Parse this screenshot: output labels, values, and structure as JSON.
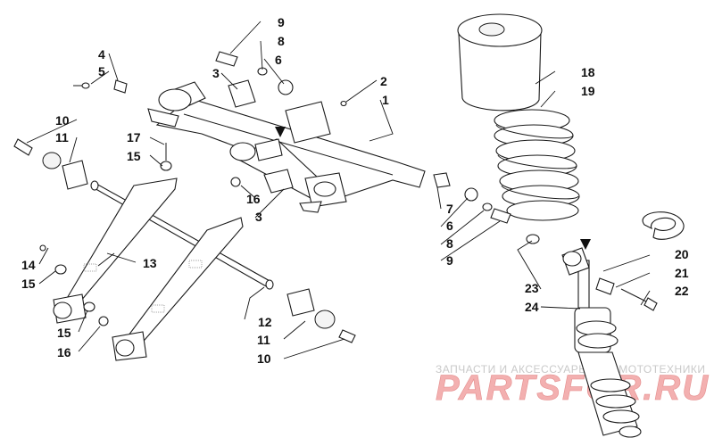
{
  "callouts": {
    "c1": "1",
    "c2": "2",
    "c3a": "3",
    "c3b": "3",
    "c4": "4",
    "c5": "5",
    "c6a": "6",
    "c6b": "6",
    "c7": "7",
    "c8a": "8",
    "c8b": "8",
    "c9a": "9",
    "c9b": "9",
    "c10a": "10",
    "c10b": "10",
    "c11a": "11",
    "c11b": "11",
    "c12": "12",
    "c13": "13",
    "c14": "14",
    "c15a": "15",
    "c15b": "15",
    "c15c": "15",
    "c16a": "16",
    "c16b": "16",
    "c17": "17",
    "c18": "18",
    "c19": "19",
    "c20": "20",
    "c21": "21",
    "c22": "22",
    "c23": "23",
    "c24": "24"
  },
  "watermark": {
    "subtitle": "ЗАПЧАСТИ И АКСЕССУАРЫ ДЛЯ МОТОТЕХНИКИ",
    "brand": "PARTSFOR.RU"
  }
}
